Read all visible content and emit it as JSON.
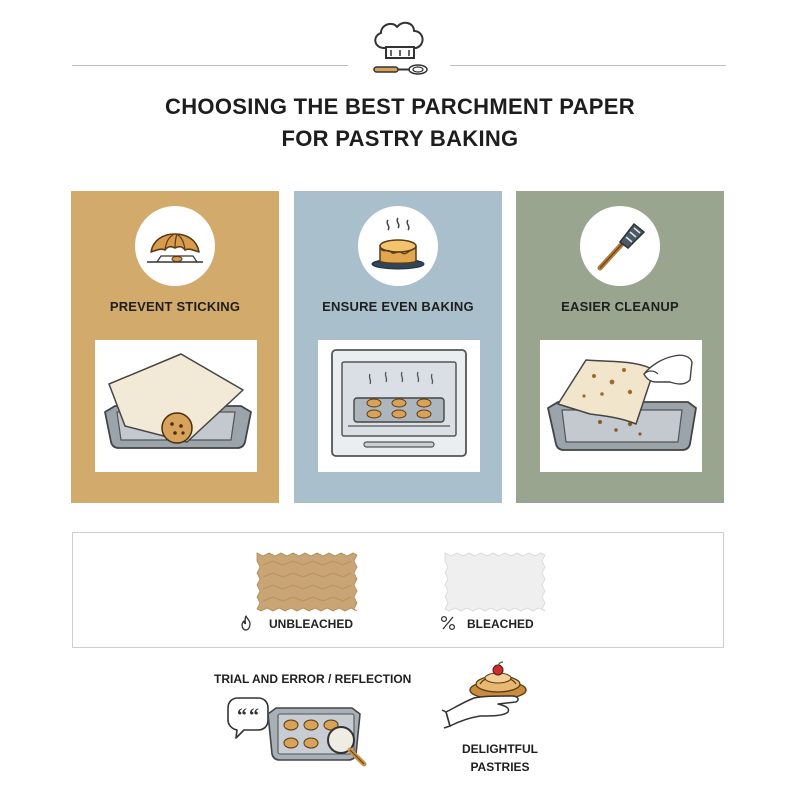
{
  "header": {
    "title_line1": "CHOOSING THE BEST PARCHMENT PAPER",
    "title_line2": "FOR PASTRY BAKING",
    "ornament_icon": "chef-hat-whisk-icon"
  },
  "panels": [
    {
      "label": "PREVENT STICKING",
      "icon": "croissant-icon",
      "illustration": "parchment-on-tray-illustration",
      "color": "#d2aa6b"
    },
    {
      "label": "ENSURE EVEN BAKING",
      "icon": "cake-icon",
      "illustration": "oven-illustration",
      "color": "#a9bfcb"
    },
    {
      "label": "EASIER CLEANUP",
      "icon": "spatula-icon",
      "illustration": "peeling-paper-illustration",
      "color": "#9aa590"
    }
  ],
  "paper_types": [
    {
      "label": "UNBLEACHED",
      "icon": "flame-icon",
      "color": "#c9a474"
    },
    {
      "label": "BLEACHED",
      "icon": "percent-icon",
      "color": "#eeeeee"
    }
  ],
  "bottom": {
    "reflection_label": "TRIAL AND ERROR / REFLECTION",
    "reflection_icon": "speech-bubble-quote-icon",
    "pastries_line1": "DELIGHTFUL",
    "pastries_line2": "PASTRIES",
    "pastries_icon": "hand-holding-pastry-icon"
  }
}
